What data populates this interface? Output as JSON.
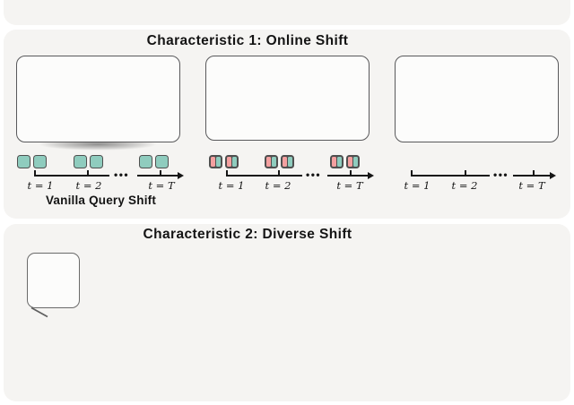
{
  "colors": {
    "page_bg": "#ffffff",
    "panel_bg": "#f5f4f2",
    "box_bg": "#fcfcfb",
    "box_border": "#59595b",
    "square_border": "#4f4f4f",
    "teal": "#8fccbe",
    "pink": "#f4a0a0",
    "line": "#161616",
    "bubble_border": "#6a6a6a"
  },
  "section1": {
    "title": "Characteristic 1: Online Shift",
    "groups": [
      {
        "id": "vanilla-query-shift",
        "caption": "Vanilla Query Shift",
        "dots": "•••",
        "ticks": [
          "t = 1",
          "t = 2",
          "t = T"
        ]
      },
      {
        "id": "query-gallery-shift",
        "dots": "•••",
        "ticks": [
          "t = 1",
          "t = 2",
          "t = T"
        ]
      },
      {
        "id": "timeline-only",
        "dots": "•••",
        "ticks": [
          "t = 1",
          "t = 2",
          "t = T"
        ]
      }
    ]
  },
  "section2": {
    "title": "Characteristic 2: Diverse Shift"
  }
}
